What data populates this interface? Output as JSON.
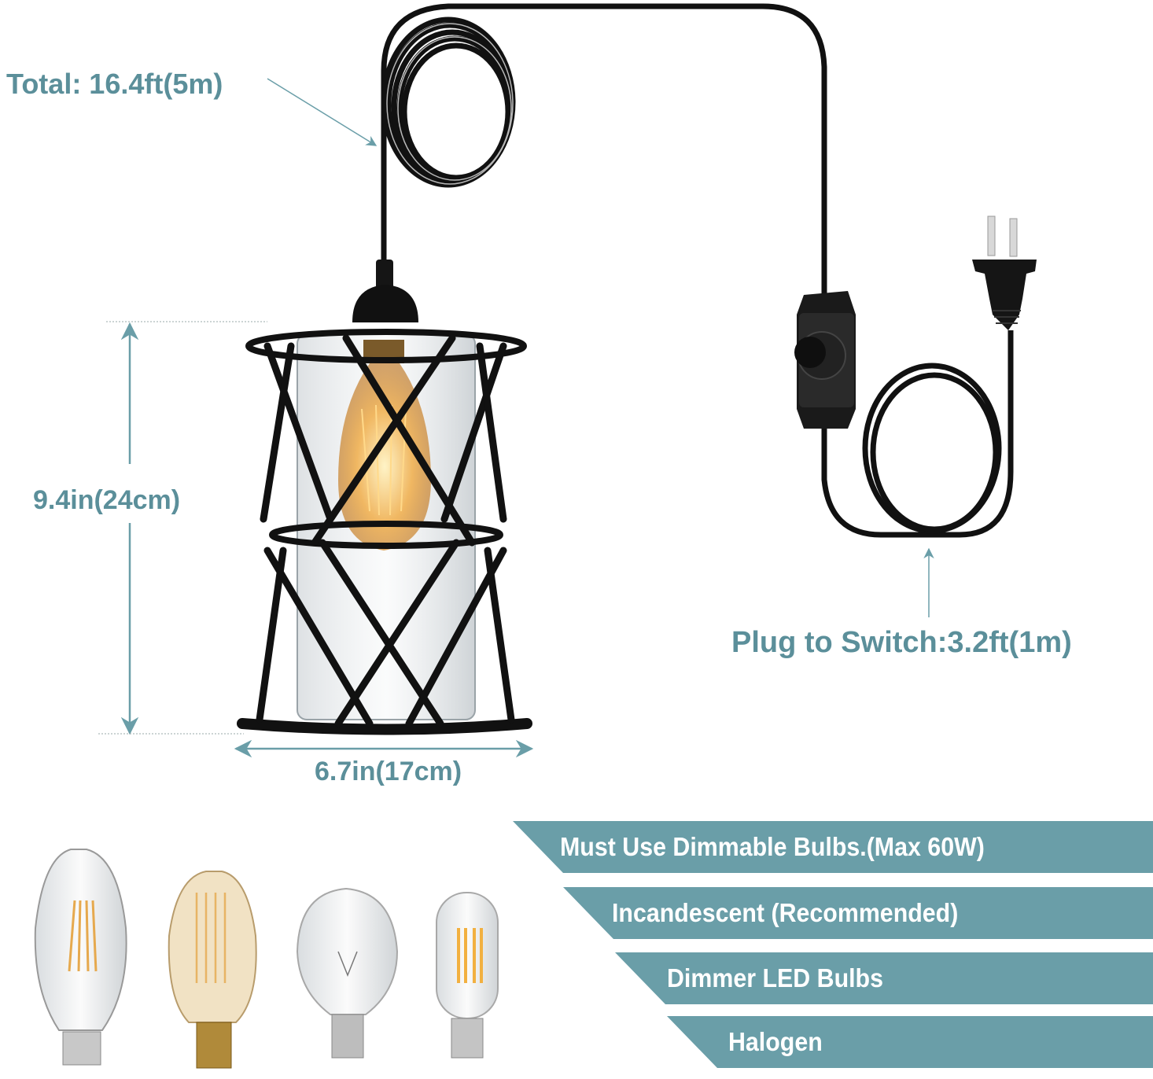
{
  "dimensions": {
    "total_cord_length": "Total: 16.4ft(5m)",
    "height": "9.4in(24cm)",
    "width": "6.7in(17cm)",
    "plug_to_switch": "Plug to Switch:3.2ft(1m)"
  },
  "bulb_info": {
    "banners": [
      {
        "label": "Must Use Dimmable Bulbs.(Max 60W)"
      },
      {
        "label": "Incandescent (Recommended)"
      },
      {
        "label": "Dimmer LED Bulbs"
      },
      {
        "label": "Halogen"
      }
    ]
  },
  "product": {
    "components": [
      "pendant-cage-lamp",
      "coiled-cord",
      "dimmer-switch",
      "us-two-prong-plug"
    ],
    "bulb_examples": [
      "st64-led-filament",
      "st64-edison-vintage",
      "a19-incandescent",
      "t45-led-filament"
    ]
  },
  "colors": {
    "accent_teal": "#6a9ea8",
    "label_teal": "#5b8f9a",
    "metal_black": "#111111",
    "bulb_glow": "#f0b45a"
  }
}
